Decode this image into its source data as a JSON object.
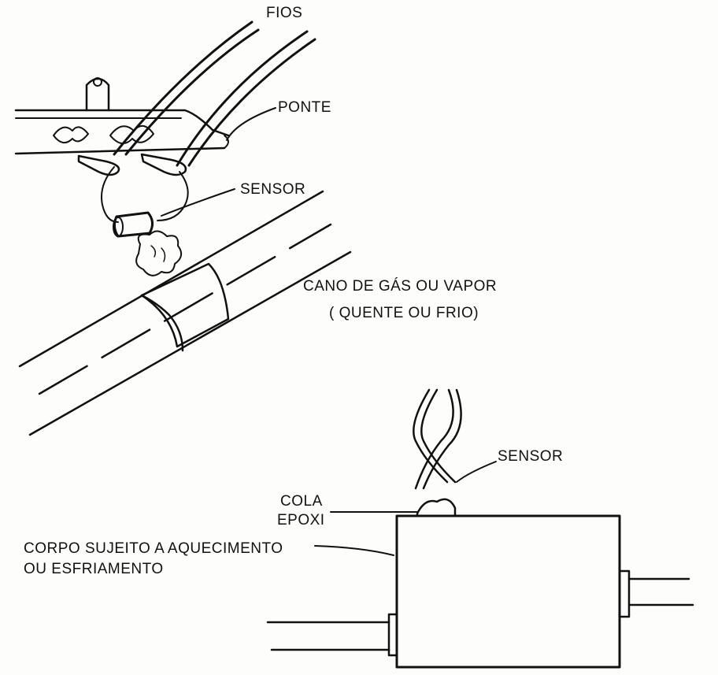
{
  "labels": {
    "fios": "FIOS",
    "ponte": "PONTE",
    "sensor_top": "SENSOR",
    "cano_line1": "CANO DE GÁS OU VAPOR",
    "cano_line2": "( QUENTE OU FRIO)",
    "sensor_bottom": "SENSOR",
    "cola_line1": "COLA",
    "cola_line2": "EPOXI",
    "corpo_line1": "CORPO SUJEITO A AQUECIMENTO",
    "corpo_line2": "OU ESFRIAMENTO"
  },
  "colors": {
    "ink": "#111111",
    "paper": "#fdfdfb"
  }
}
